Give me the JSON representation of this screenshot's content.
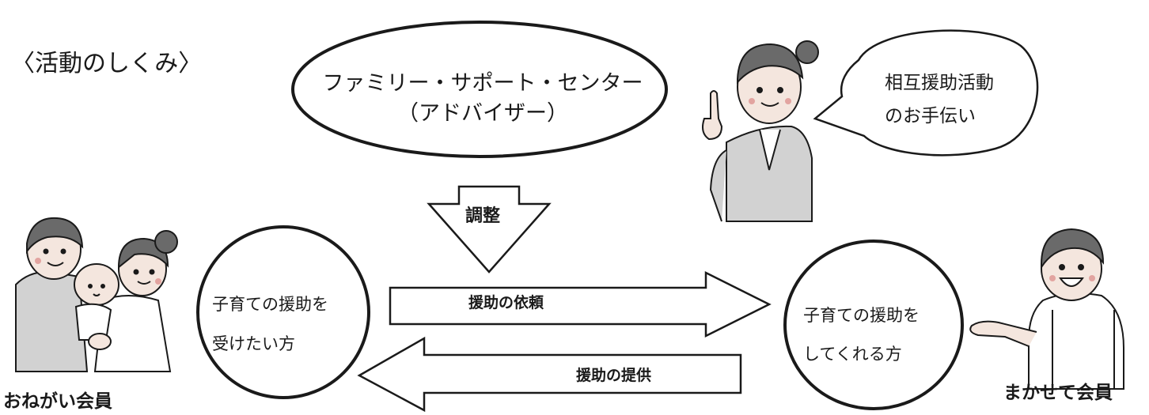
{
  "title": "〈活動のしくみ〉",
  "center": {
    "line1": "ファミリー・サポート・センター",
    "line2": "（アドバイザー）"
  },
  "adjustment_label": "調整",
  "speech_bubble": {
    "line1": "相互援助活動",
    "line2": "のお手伝い"
  },
  "left_member": {
    "line1": "子育ての援助を",
    "line2": "受けたい方",
    "caption": "おねがい会員"
  },
  "right_member": {
    "line1": "子育ての援助を",
    "line2": "してくれる方",
    "caption": "まかせて会員"
  },
  "arrows": {
    "request_label": "援助の依頼",
    "provide_label": "援助の提供"
  },
  "icons": [
    "family-illustration",
    "advisor-illustration",
    "helper-illustration"
  ],
  "colors": {
    "ink": "#1a1a1a",
    "skin": "#f4e6de",
    "hair": "#6a6a6a",
    "cheek": "#e2a4a0",
    "clothes": "#d2d2d2"
  }
}
